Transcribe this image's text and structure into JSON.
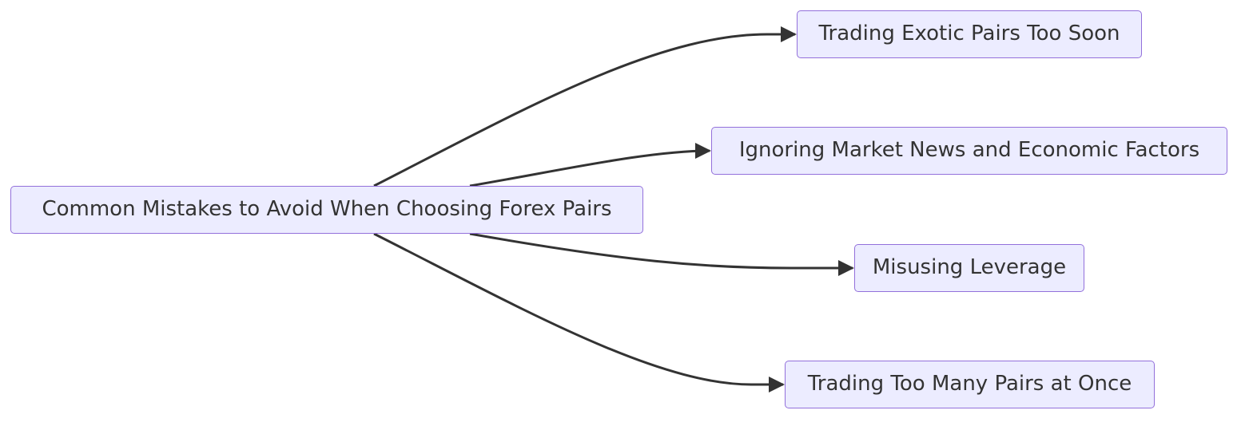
{
  "diagram": {
    "root": {
      "label": "Common Mistakes to Avoid When Choosing Forex Pairs"
    },
    "children": [
      {
        "label": "Trading Exotic Pairs Too Soon"
      },
      {
        "label": "Ignoring Market News and Economic Factors"
      },
      {
        "label": "Misusing Leverage"
      },
      {
        "label": "Trading Too Many Pairs at Once"
      }
    ]
  },
  "colors": {
    "node_fill": "#ececff",
    "node_border": "#9370db",
    "edge": "#333333",
    "text": "#333333"
  }
}
